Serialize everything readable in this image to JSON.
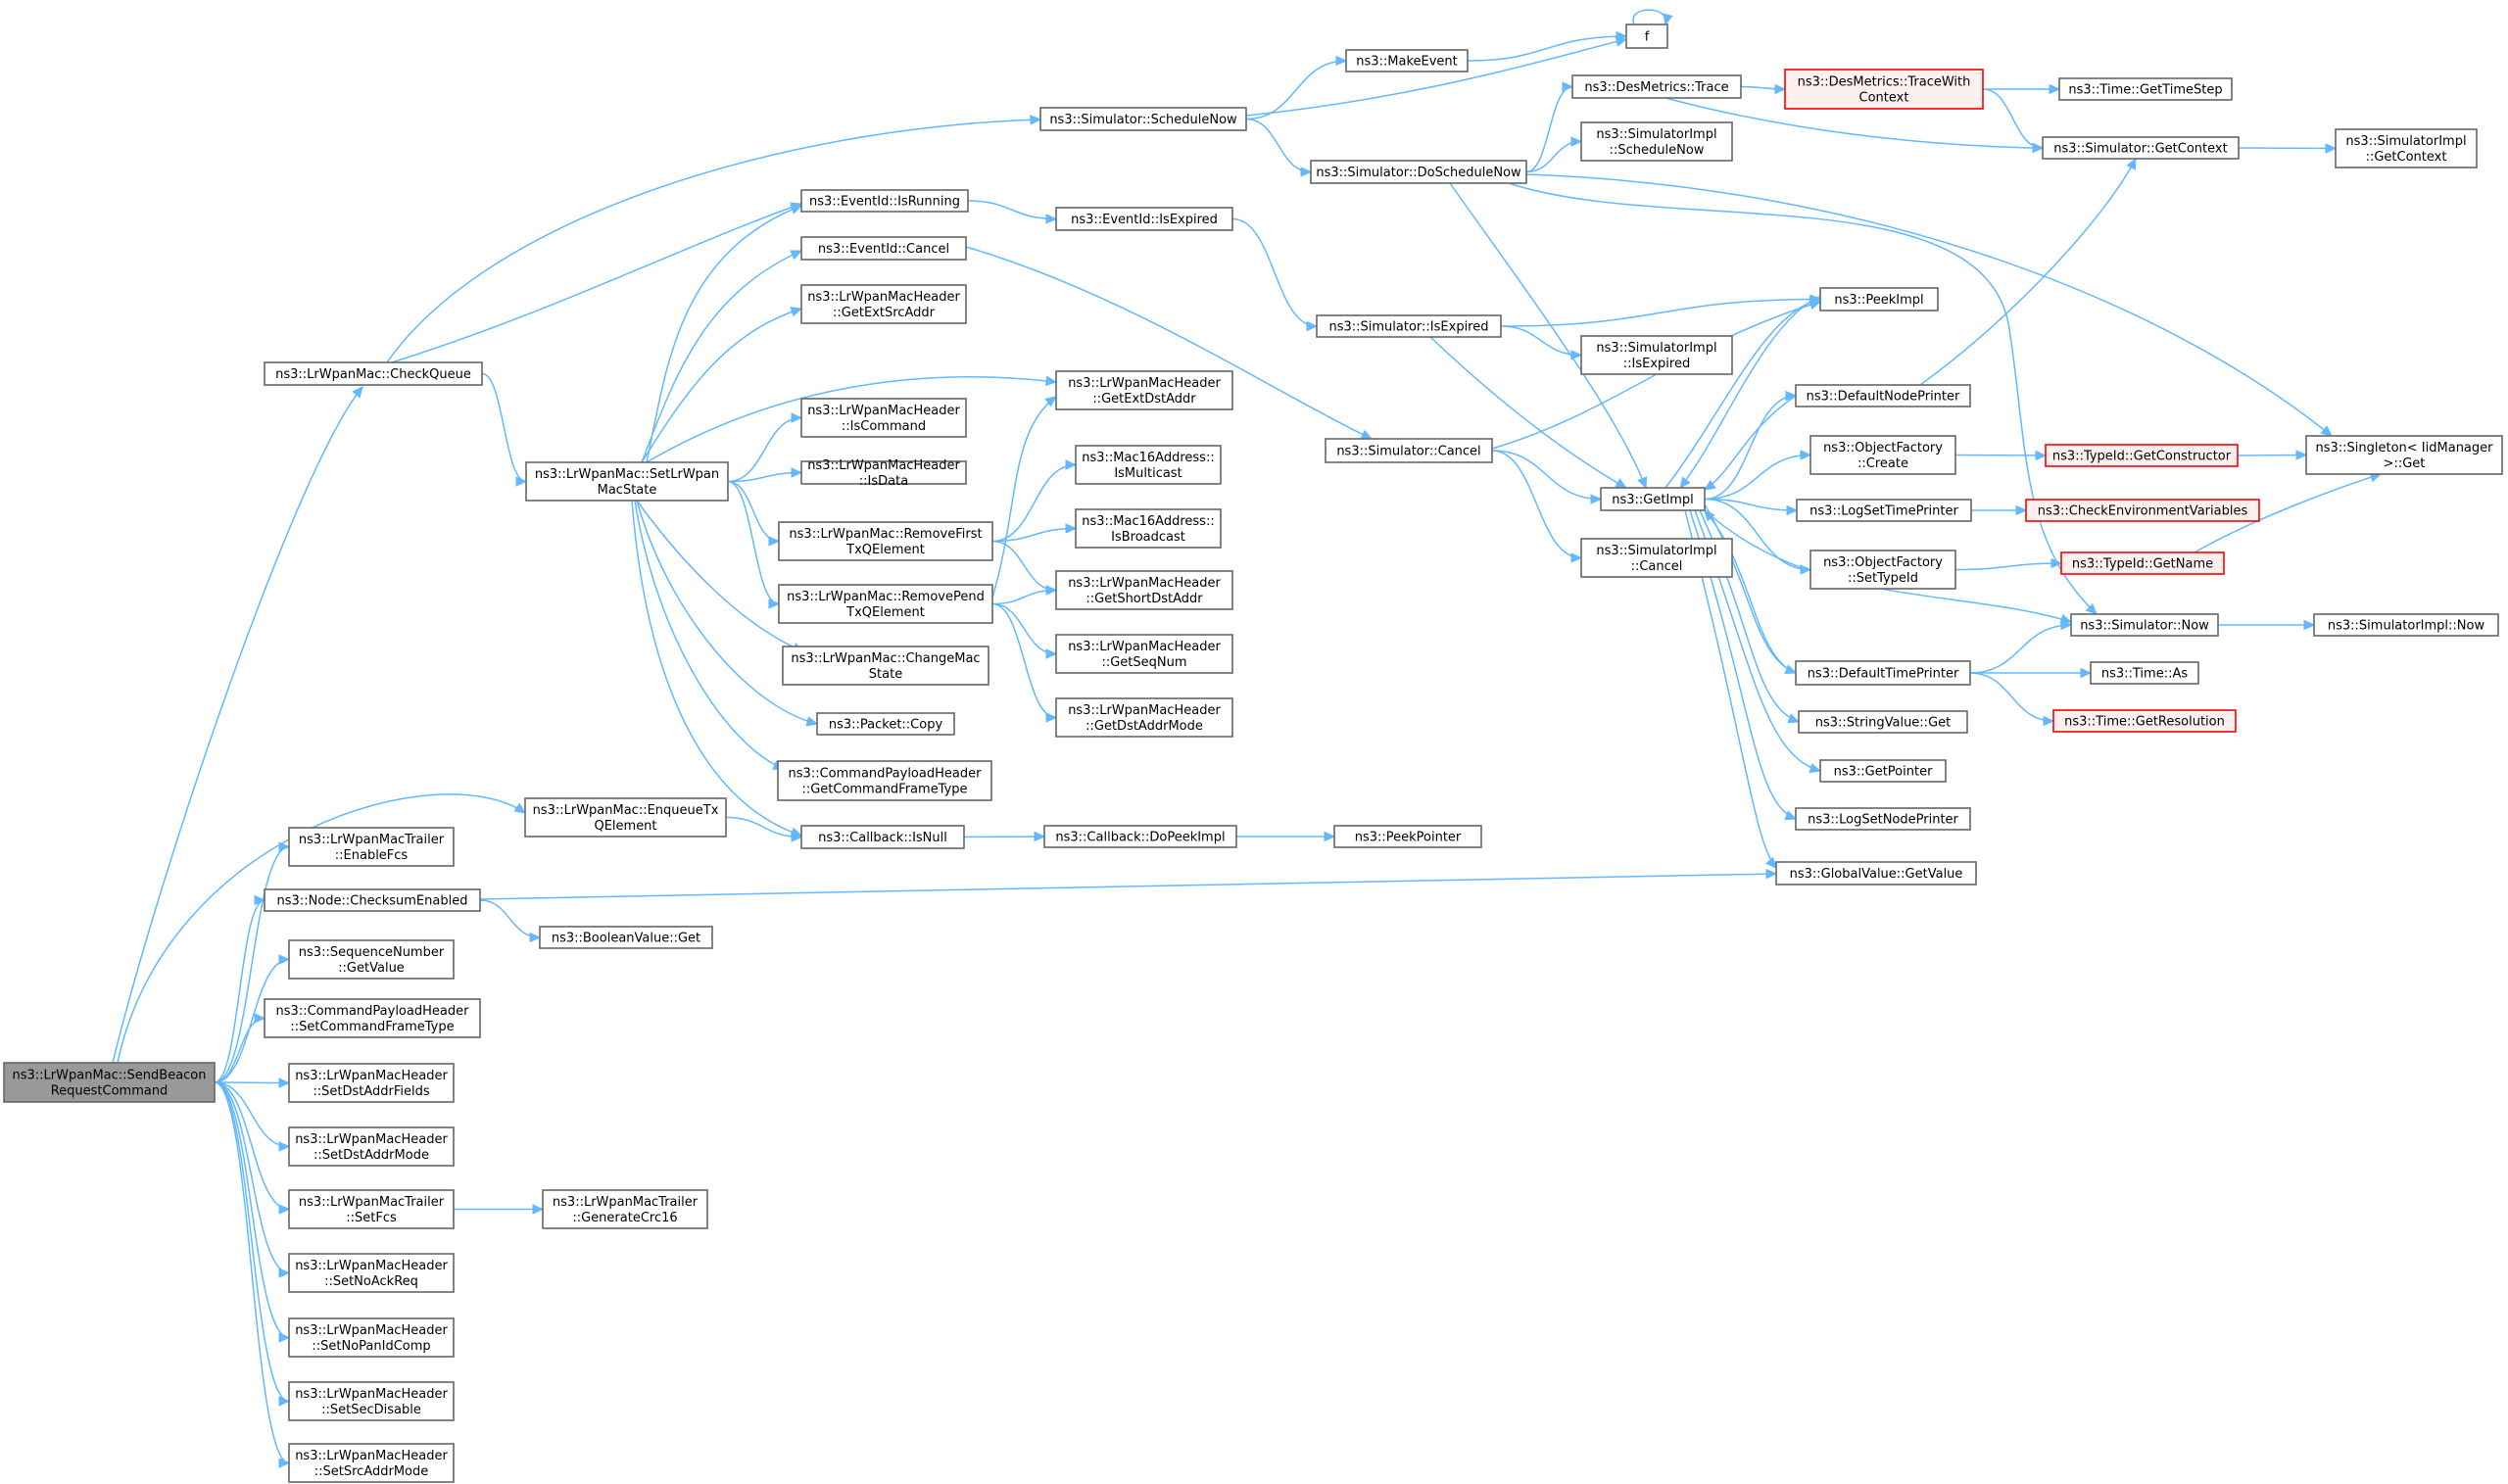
{
  "diagram": {
    "nodes": [
      {
        "id": "root",
        "lines": [
          "ns3::LrWpanMac::SendBeacon",
          "RequestCommand"
        ],
        "style": "root"
      },
      {
        "id": "checkQueue",
        "lines": [
          "ns3::LrWpanMac::CheckQueue"
        ]
      },
      {
        "id": "enqueueTx",
        "lines": [
          "ns3::LrWpanMac::EnqueueTx",
          "QElement"
        ]
      },
      {
        "id": "enableFcs",
        "lines": [
          "ns3::LrWpanMacTrailer",
          "::EnableFcs"
        ]
      },
      {
        "id": "checksumEnabled",
        "lines": [
          "ns3::Node::ChecksumEnabled"
        ]
      },
      {
        "id": "seqGetValue",
        "lines": [
          "ns3::SequenceNumber",
          "::GetValue"
        ]
      },
      {
        "id": "setCmdFrameType",
        "lines": [
          "ns3::CommandPayloadHeader",
          "::SetCommandFrameType"
        ]
      },
      {
        "id": "setDstAddrFields",
        "lines": [
          "ns3::LrWpanMacHeader",
          "::SetDstAddrFields"
        ]
      },
      {
        "id": "setDstAddrMode",
        "lines": [
          "ns3::LrWpanMacHeader",
          "::SetDstAddrMode"
        ]
      },
      {
        "id": "setFcs",
        "lines": [
          "ns3::LrWpanMacTrailer",
          "::SetFcs"
        ]
      },
      {
        "id": "setNoAckReq",
        "lines": [
          "ns3::LrWpanMacHeader",
          "::SetNoAckReq"
        ]
      },
      {
        "id": "setNoPanIdComp",
        "lines": [
          "ns3::LrWpanMacHeader",
          "::SetNoPanIdComp"
        ]
      },
      {
        "id": "setSecDisable",
        "lines": [
          "ns3::LrWpanMacHeader",
          "::SetSecDisable"
        ]
      },
      {
        "id": "setSrcAddrMode",
        "lines": [
          "ns3::LrWpanMacHeader",
          "::SetSrcAddrMode"
        ]
      },
      {
        "id": "scheduleNow",
        "lines": [
          "ns3::Simulator::ScheduleNow"
        ]
      },
      {
        "id": "eventIsRunning",
        "lines": [
          "ns3::EventId::IsRunning"
        ]
      },
      {
        "id": "setLrWpanMacState",
        "lines": [
          "ns3::LrWpanMac::SetLrWpan",
          "MacState"
        ]
      },
      {
        "id": "callbackIsNull",
        "lines": [
          "ns3::Callback::IsNull"
        ]
      },
      {
        "id": "booleanGet",
        "lines": [
          "ns3::BooleanValue::Get"
        ]
      },
      {
        "id": "globalGetValue",
        "lines": [
          "ns3::GlobalValue::GetValue"
        ]
      },
      {
        "id": "generateCrc16",
        "lines": [
          "ns3::LrWpanMacTrailer",
          "::GenerateCrc16"
        ]
      },
      {
        "id": "makeEvent",
        "lines": [
          "ns3::MakeEvent"
        ]
      },
      {
        "id": "f",
        "lines": [
          "f"
        ]
      },
      {
        "id": "doScheduleNow",
        "lines": [
          "ns3::Simulator::DoScheduleNow"
        ]
      },
      {
        "id": "eventIsExpired",
        "lines": [
          "ns3::EventId::IsExpired"
        ]
      },
      {
        "id": "eventCancel",
        "lines": [
          "ns3::EventId::Cancel"
        ]
      },
      {
        "id": "getExtSrcAddr",
        "lines": [
          "ns3::LrWpanMacHeader",
          "::GetExtSrcAddr"
        ]
      },
      {
        "id": "getExtDstAddr",
        "lines": [
          "ns3::LrWpanMacHeader",
          "::GetExtDstAddr"
        ]
      },
      {
        "id": "isCommand",
        "lines": [
          "ns3::LrWpanMacHeader",
          "::IsCommand"
        ]
      },
      {
        "id": "isData",
        "lines": [
          "ns3::LrWpanMacHeader",
          "::IsData"
        ]
      },
      {
        "id": "removeFirstTx",
        "lines": [
          "ns3::LrWpanMac::RemoveFirst",
          "TxQElement"
        ]
      },
      {
        "id": "removePendTx",
        "lines": [
          "ns3::LrWpanMac::RemovePend",
          "TxQElement"
        ]
      },
      {
        "id": "changeMacState",
        "lines": [
          "ns3::LrWpanMac::ChangeMac",
          "State"
        ]
      },
      {
        "id": "packetCopy",
        "lines": [
          "ns3::Packet::Copy"
        ]
      },
      {
        "id": "getCmdFrameType",
        "lines": [
          "ns3::CommandPayloadHeader",
          "::GetCommandFrameType"
        ]
      },
      {
        "id": "isMulticast",
        "lines": [
          "ns3::Mac16Address::",
          "IsMulticast"
        ]
      },
      {
        "id": "isBroadcast",
        "lines": [
          "ns3::Mac16Address::",
          "IsBroadcast"
        ]
      },
      {
        "id": "getShortDstAddr",
        "lines": [
          "ns3::LrWpanMacHeader",
          "::GetShortDstAddr"
        ]
      },
      {
        "id": "getSeqNum",
        "lines": [
          "ns3::LrWpanMacHeader",
          "::GetSeqNum"
        ]
      },
      {
        "id": "getDstAddrMode",
        "lines": [
          "ns3::LrWpanMacHeader",
          "::GetDstAddrMode"
        ]
      },
      {
        "id": "doPeekImpl",
        "lines": [
          "ns3::Callback::DoPeekImpl"
        ]
      },
      {
        "id": "peekPointer",
        "lines": [
          "ns3::PeekPointer"
        ]
      },
      {
        "id": "simIsExpired",
        "lines": [
          "ns3::Simulator::IsExpired"
        ]
      },
      {
        "id": "simCancel",
        "lines": [
          "ns3::Simulator::Cancel"
        ]
      },
      {
        "id": "desTrace",
        "lines": [
          "ns3::DesMetrics::Trace"
        ]
      },
      {
        "id": "implScheduleNow",
        "lines": [
          "ns3::SimulatorImpl",
          "::ScheduleNow"
        ]
      },
      {
        "id": "getImpl",
        "lines": [
          "ns3::GetImpl"
        ]
      },
      {
        "id": "implIsExpired",
        "lines": [
          "ns3::SimulatorImpl",
          "::IsExpired"
        ]
      },
      {
        "id": "implCancel",
        "lines": [
          "ns3::SimulatorImpl",
          "::Cancel"
        ]
      },
      {
        "id": "traceWithContext",
        "lines": [
          "ns3::DesMetrics::TraceWith",
          "Context"
        ],
        "style": "red"
      },
      {
        "id": "peekImpl",
        "lines": [
          "ns3::PeekImpl"
        ]
      },
      {
        "id": "defaultNodePrinter",
        "lines": [
          "ns3::DefaultNodePrinter"
        ]
      },
      {
        "id": "objFactoryCreate",
        "lines": [
          "ns3::ObjectFactory",
          "::Create"
        ]
      },
      {
        "id": "logSetTimePrinter",
        "lines": [
          "ns3::LogSetTimePrinter"
        ]
      },
      {
        "id": "objFactorySetTypeId",
        "lines": [
          "ns3::ObjectFactory",
          "::SetTypeId"
        ]
      },
      {
        "id": "defaultTimePrinter",
        "lines": [
          "ns3::DefaultTimePrinter"
        ]
      },
      {
        "id": "stringValueGet",
        "lines": [
          "ns3::StringValue::Get"
        ]
      },
      {
        "id": "getPointer",
        "lines": [
          "ns3::GetPointer"
        ]
      },
      {
        "id": "logSetNodePrinter",
        "lines": [
          "ns3::LogSetNodePrinter"
        ]
      },
      {
        "id": "timeGetTimeStep",
        "lines": [
          "ns3::Time::GetTimeStep"
        ]
      },
      {
        "id": "simGetContext",
        "lines": [
          "ns3::Simulator::GetContext"
        ]
      },
      {
        "id": "typeIdGetConstructor",
        "lines": [
          "ns3::TypeId::GetConstructor"
        ],
        "style": "red"
      },
      {
        "id": "checkEnvVars",
        "lines": [
          "ns3::CheckEnvironmentVariables"
        ],
        "style": "red"
      },
      {
        "id": "typeIdGetName",
        "lines": [
          "ns3::TypeId::GetName"
        ],
        "style": "red"
      },
      {
        "id": "simNow",
        "lines": [
          "ns3::Simulator::Now"
        ]
      },
      {
        "id": "timeAs",
        "lines": [
          "ns3::Time::As"
        ]
      },
      {
        "id": "timeGetResolution",
        "lines": [
          "ns3::Time::GetResolution"
        ],
        "style": "red"
      },
      {
        "id": "implGetContext",
        "lines": [
          "ns3::SimulatorImpl",
          "::GetContext"
        ]
      },
      {
        "id": "singletonGet",
        "lines": [
          "ns3::Singleton< IidManager",
          " >::Get"
        ]
      },
      {
        "id": "implNow",
        "lines": [
          "ns3::SimulatorImpl::Now"
        ]
      }
    ]
  }
}
